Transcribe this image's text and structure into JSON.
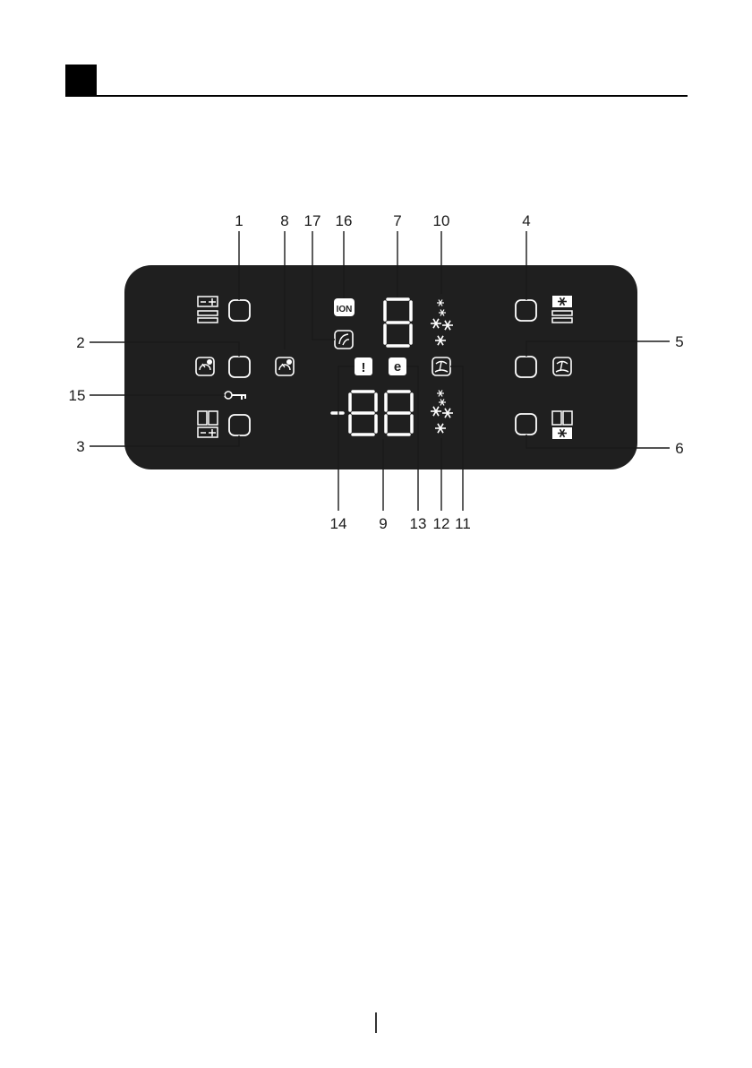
{
  "header": {
    "marker_color": "#000000",
    "rule_color": "#000000"
  },
  "panel": {
    "background": "#1f1f1f",
    "foreground": "#ffffff"
  },
  "displays": {
    "top_digit": "8",
    "bottom_minus": "-",
    "bottom_digits": "88"
  },
  "icons": {
    "ion_text": "ION",
    "alarm_text": "!",
    "eco_text": "e"
  },
  "callouts": [
    {
      "id": "1",
      "target": "fridge-temp-button"
    },
    {
      "id": "8",
      "target": "eco-fuzzy-indicator"
    },
    {
      "id": "17",
      "target": "cool-indicator"
    },
    {
      "id": "16",
      "target": "ion-indicator"
    },
    {
      "id": "7",
      "target": "fridge-temp-display"
    },
    {
      "id": "10",
      "target": "fridge-snowflakes"
    },
    {
      "id": "4",
      "target": "quick-freeze-button"
    },
    {
      "id": "2",
      "target": "eco-fuzzy-button"
    },
    {
      "id": "5",
      "target": "vacation-button"
    },
    {
      "id": "15",
      "target": "key-lock-icon"
    },
    {
      "id": "3",
      "target": "freezer-temp-button"
    },
    {
      "id": "6",
      "target": "freezer-quick-button"
    },
    {
      "id": "14",
      "target": "alarm-indicator"
    },
    {
      "id": "9",
      "target": "freezer-temp-display"
    },
    {
      "id": "13",
      "target": "economy-indicator"
    },
    {
      "id": "12",
      "target": "freezer-snowflakes"
    },
    {
      "id": "11",
      "target": "vacation-indicator"
    }
  ]
}
